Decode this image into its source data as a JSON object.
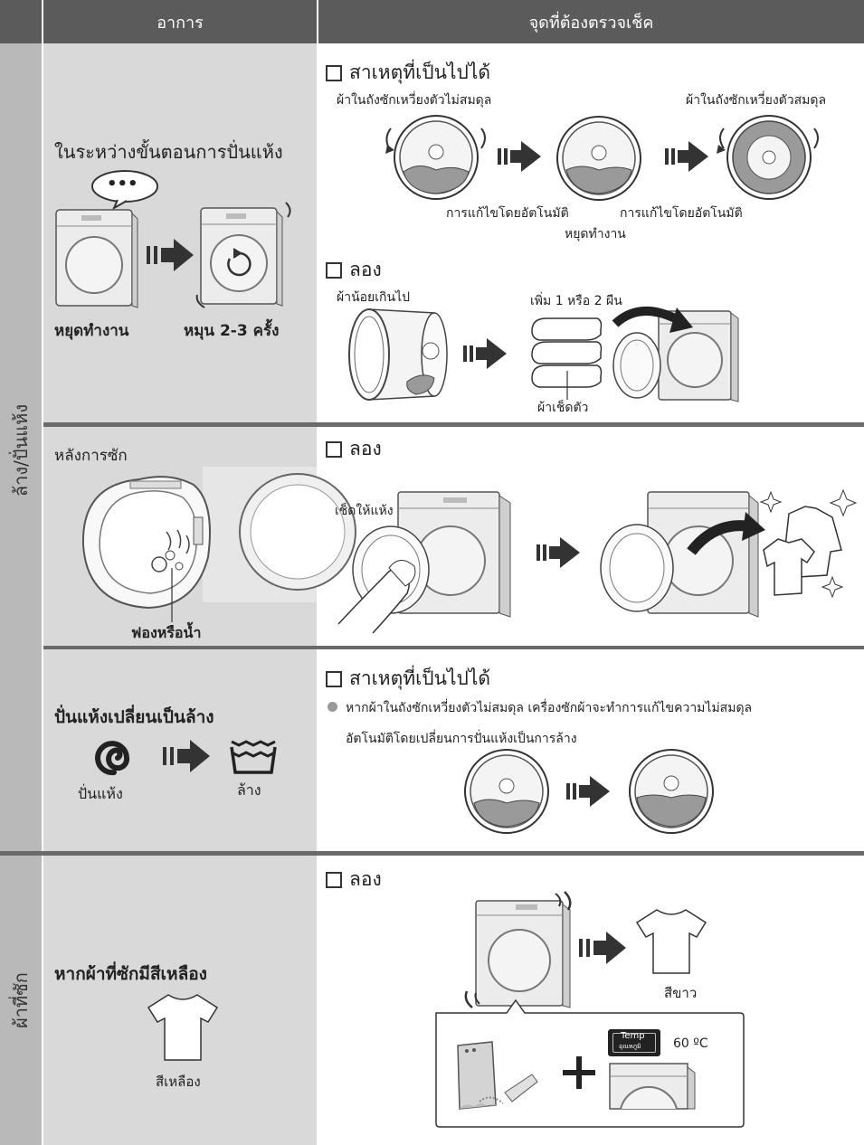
{
  "header": {
    "col1": "อาการ",
    "col2": "จุดที่ต้องตรวจเช็ค"
  },
  "side_labels": {
    "wash_spin": "ล้าง/ปั่นแห้ง",
    "clothes": "ผ้าที่ซัก"
  },
  "row1": {
    "symptom_text": "ในระหว่างขั้นตอนการปั่นแห้ง",
    "speech": "•••",
    "stopped": "หยุดทำงาน",
    "rotate": "หมุน 2-3 ครั้ง",
    "cause_label": "สาเหตุที่เป็นไปได้",
    "unbalanced": "ผ้าในถังซักเหวี่ยงตัวไม่สมดุล",
    "balanced": "ผ้าในถังซักเหวี่ยงตัวสมดุล",
    "auto_fix_1": "การแก้ไขโดยอัตโนมัติ",
    "auto_fix_2": "การแก้ไขโดยอัตโนมัติ",
    "stop": "หยุดทำงาน",
    "try_label": "ลอง",
    "too_few": "ผ้าน้อยเกินไป",
    "add": "เพิ่ม 1 หรือ 2 ผืน",
    "towel": "ผ้าเช็ดตัว"
  },
  "row2": {
    "symptom_text": "หลังการซัก",
    "foam": "ฟองหรือน้ำ",
    "try_label": "ลอง",
    "wipe": "เช็ดให้แห้ง"
  },
  "row3": {
    "symptom_text": "ปั่นแห้งเปลี่ยนเป็นล้าง",
    "spin": "ปั่นแห้ง",
    "rinse": "ล้าง",
    "cause_label": "สาเหตุที่เป็นไปได้",
    "bullet_line1": "หากผ้าในถังซักเหวี่ยงตัวไม่สมดุล เครื่องซักผ้าจะทำการแก้ไขความไม่สมดุล",
    "bullet_line2": "อัตโนมัติโดยเปลี่ยนการปั่นแห้งเป็นการล้าง"
  },
  "row4": {
    "symptom_text": "หากผ้าที่ซักมีสีเหลือง",
    "yellow": "สีเหลือง",
    "try_label": "ลอง",
    "white": "สีขาว",
    "temp_en": "Temp",
    "temp_th": "อุณหภูมิ",
    "temp_value": "60 ºC"
  },
  "colors": {
    "header": "#5b5b5b",
    "side": "#b9b9b9",
    "symptom_bg": "#d9d9d9",
    "separator": "#6a6a6a"
  }
}
